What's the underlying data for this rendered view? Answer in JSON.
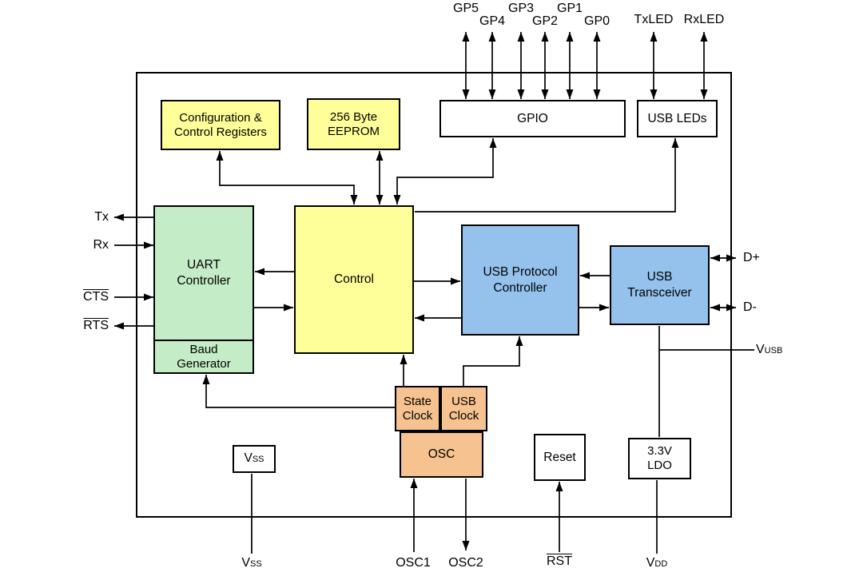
{
  "palette": {
    "block_yellow": "#FFFF99",
    "block_green": "#C4ECC6",
    "block_blue": "#94C2EC",
    "block_orange": "#F6C28F",
    "block_white": "#FFFFFF",
    "line_color": "#000000",
    "background": "#FFFFFF"
  },
  "blocks": {
    "config_registers": {
      "line1": "Configuration &",
      "line2": "Control Registers"
    },
    "eeprom": {
      "line1": "256 Byte",
      "line2": "EEPROM"
    },
    "gpio": {
      "label": "GPIO"
    },
    "usb_leds": {
      "label": "USB LEDs"
    },
    "uart_controller": {
      "line1": "UART",
      "line2": "Controller"
    },
    "baud_generator": {
      "line1": "Baud",
      "line2": "Generator"
    },
    "control": {
      "label": "Control"
    },
    "usb_protocol_controller": {
      "line1": "USB Protocol",
      "line2": "Controller"
    },
    "usb_transceiver": {
      "line1": "USB",
      "line2": "Transceiver"
    },
    "state_clock": {
      "line1": "State",
      "line2": "Clock"
    },
    "usb_clock": {
      "line1": "USB",
      "line2": "Clock"
    },
    "osc": {
      "label": "OSC"
    },
    "vss": {
      "main": "V",
      "sub": "SS"
    },
    "reset": {
      "label": "Reset"
    },
    "ldo": {
      "line1": "3.3V",
      "line2": "LDO"
    }
  },
  "pins": {
    "gp5": "GP5",
    "gp4": "GP4",
    "gp3": "GP3",
    "gp2": "GP2",
    "gp1": "GP1",
    "gp0": "GP0",
    "txled": "TxLED",
    "rxled": "RxLED",
    "tx": "Tx",
    "rx": "Rx",
    "cts": "CTS",
    "rts": "RTS",
    "dplus": "D+",
    "dminus": "D-",
    "vusb": {
      "main": "V",
      "sub": "USB"
    },
    "vss": {
      "main": "V",
      "sub": "SS"
    },
    "osc1": "OSC1",
    "osc2": "OSC2",
    "rst": "RST",
    "vdd": {
      "main": "V",
      "sub": "DD"
    }
  }
}
